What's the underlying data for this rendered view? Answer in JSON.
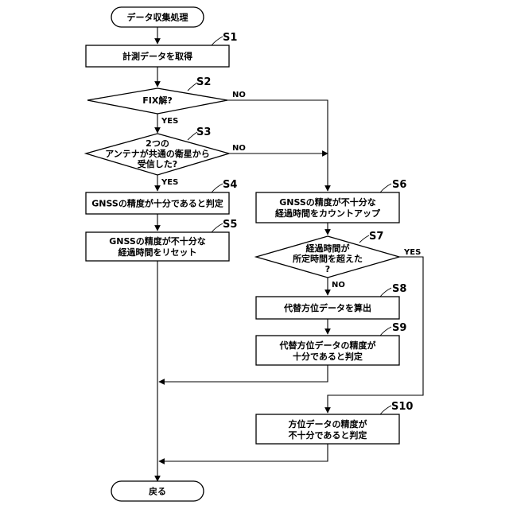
{
  "start": {
    "label": "データ収集処理"
  },
  "end": {
    "label": "戻る"
  },
  "steps": {
    "s1": {
      "step": "S1",
      "lines": [
        "計測データを取得"
      ]
    },
    "s2": {
      "step": "S2",
      "lines": [
        "FIX解?"
      ]
    },
    "s3": {
      "step": "S3",
      "lines": [
        "2つの",
        "アンテナが共通の衛星から",
        "受信した?"
      ]
    },
    "s4": {
      "step": "S4",
      "lines": [
        "GNSSの精度が十分であると判定"
      ]
    },
    "s5": {
      "step": "S5",
      "lines": [
        "GNSSの精度が不十分な",
        "経過時間をリセット"
      ]
    },
    "s6": {
      "step": "S6",
      "lines": [
        "GNSSの精度が不十分な",
        "経過時間をカウントアップ"
      ]
    },
    "s7": {
      "step": "S7",
      "lines": [
        "経過時間が",
        "所定時間を超えた",
        "?"
      ]
    },
    "s8": {
      "step": "S8",
      "lines": [
        "代替方位データを算出"
      ]
    },
    "s9": {
      "step": "S9",
      "lines": [
        "代替方位データの精度が",
        "十分であると判定"
      ]
    },
    "s10": {
      "step": "S10",
      "lines": [
        "方位データの精度が",
        "不十分であると判定"
      ]
    }
  },
  "branches": {
    "s2_yes": "YES",
    "s2_no": "NO",
    "s3_yes": "YES",
    "s3_no": "NO",
    "s7_yes": "YES",
    "s7_no": "NO"
  }
}
